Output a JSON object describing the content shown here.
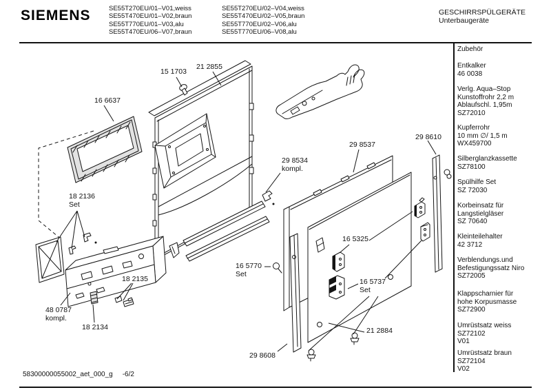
{
  "header": {
    "brand": "SIEMENS",
    "models_col1": "SE55T270EU/01–V01,weiss\nSE55T470EU/01–V02,braun\nSE55T770EU/01–V03,alu\nSE55T470EU/06–V07,braun",
    "models_col2": "SE55T270EU/02–V04,weiss\nSE55T470EU/02–V05,braun\nSE55T770EU/02–V06,alu\nSE55T770EU/06–V08,alu",
    "category": "GESCHIRRSPÜLGERÄTE\nUnterbaugeräte"
  },
  "sidebar": {
    "heading": "Zubehör",
    "items": [
      {
        "text": "Entkalker\n46 0038"
      },
      {
        "text": "Verlg. Aqua–Stop\nKunstoffrohr 2,2 m\nAblaufschl. 1,95m\nSZ72010"
      },
      {
        "text": "Kupferrohr\n10 mm ∅/ 1,5 m\nWX459700"
      },
      {
        "text": "Silberglanzkassette\nSZ78100"
      },
      {
        "text": "Spülhilfe Set\nSZ 72030"
      },
      {
        "text": "Korbeinsatz für\nLangstielgläser\nSZ 70640"
      },
      {
        "text": "Kleinteilehalter\n42 3712"
      },
      {
        "text": "Verblendungs.und\nBefestigungssatz Niro\nSZ72005"
      },
      {
        "text": "Klappscharnier für\nhohe Korpusmasse\nSZ72900"
      },
      {
        "text": "Umrüstsatz weiss\nSZ72102\nV01"
      },
      {
        "text": "Umrüstsatz braun\nSZ72104\nV02"
      }
    ]
  },
  "diagram": {
    "labels": [
      {
        "part": "15-1703",
        "text": "15 1703"
      },
      {
        "part": "21-2855",
        "text": "21 2855"
      },
      {
        "part": "16-6637",
        "text": "16 6637"
      },
      {
        "part": "18-2136",
        "text": "18 2136\nSet"
      },
      {
        "part": "18-2135",
        "text": "18 2135"
      },
      {
        "part": "48-0787",
        "text": "48 0787\nkompl."
      },
      {
        "part": "18-2134",
        "text": "18 2134"
      },
      {
        "part": "29-8534",
        "text": "29 8534\nkompl."
      },
      {
        "part": "29-8537",
        "text": "29 8537"
      },
      {
        "part": "29-8610",
        "text": "29 8610"
      },
      {
        "part": "16-5325",
        "text": "16 5325"
      },
      {
        "part": "16-5770",
        "text": "16 5770\nSet"
      },
      {
        "part": "16-5737",
        "text": "16 5737\nSet"
      },
      {
        "part": "21-2884",
        "text": "21 2884"
      },
      {
        "part": "29-8608",
        "text": "29 8608"
      }
    ]
  },
  "footer": {
    "doc_id": "58300000055002_aet_000_g",
    "page": "-6/2"
  },
  "colors": {
    "ink": "#141414",
    "paper": "#ffffff"
  }
}
